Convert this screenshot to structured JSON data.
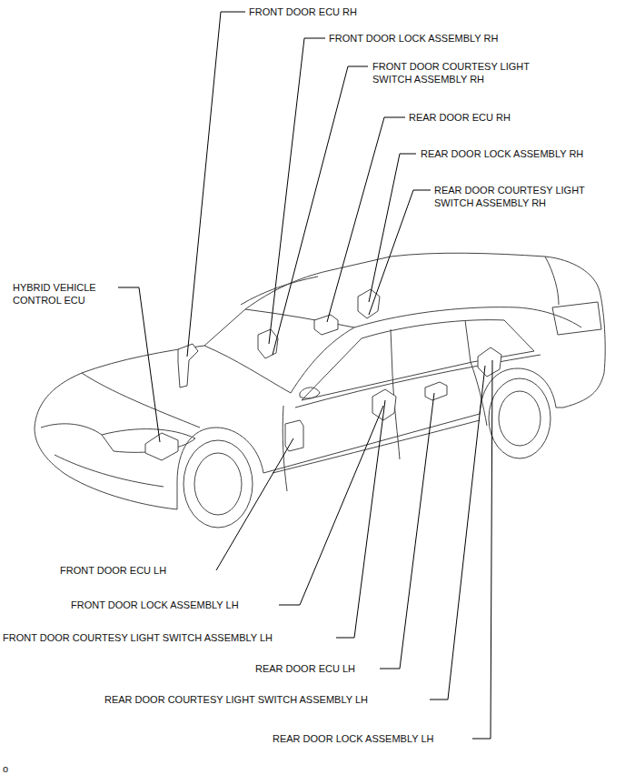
{
  "diagram": {
    "labels": [
      "FRONT DOOR ECU RH",
      "FRONT DOOR LOCK ASSEMBLY RH",
      "FRONT DOOR COURTESY LIGHT SWITCH ASSEMBLY RH",
      "REAR DOOR ECU RH",
      "REAR DOOR LOCK ASSEMBLY RH",
      "REAR DOOR COURTESY LIGHT SWITCH ASSEMBLY RH",
      "HYBRID VEHICLE CONTROL ECU",
      "FRONT DOOR ECU LH",
      "FRONT DOOR LOCK ASSEMBLY LH",
      "FRONT DOOR COURTESY LIGHT SWITCH ASSEMBLY LH",
      "REAR DOOR ECU LH",
      "REAR DOOR COURTESY LIGHT SWITCH ASSEMBLY LH",
      "REAR DOOR LOCK ASSEMBLY LH",
      "o"
    ]
  }
}
